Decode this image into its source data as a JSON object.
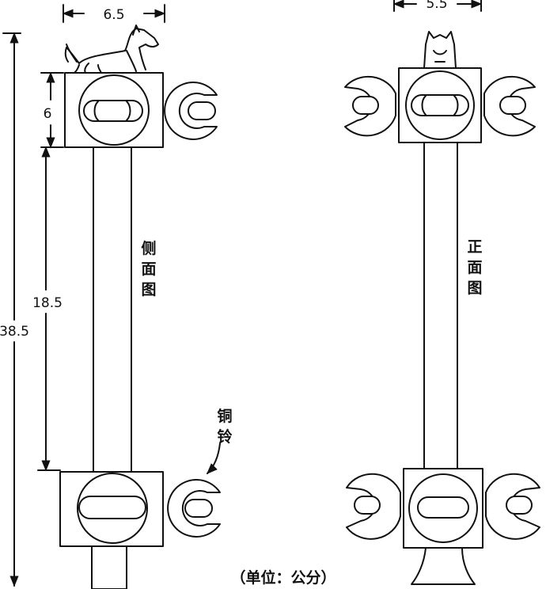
{
  "dimensions": {
    "side_width": "6.5",
    "front_width": "5.5",
    "top_height": "6",
    "middle_height": "18.5",
    "total_height": "38.5"
  },
  "labels": {
    "side_view": [
      "侧",
      "面",
      "图"
    ],
    "front_view": [
      "正",
      "面",
      "图"
    ],
    "bell": [
      "铜",
      "铃"
    ],
    "unit": "（单位：公分）"
  }
}
